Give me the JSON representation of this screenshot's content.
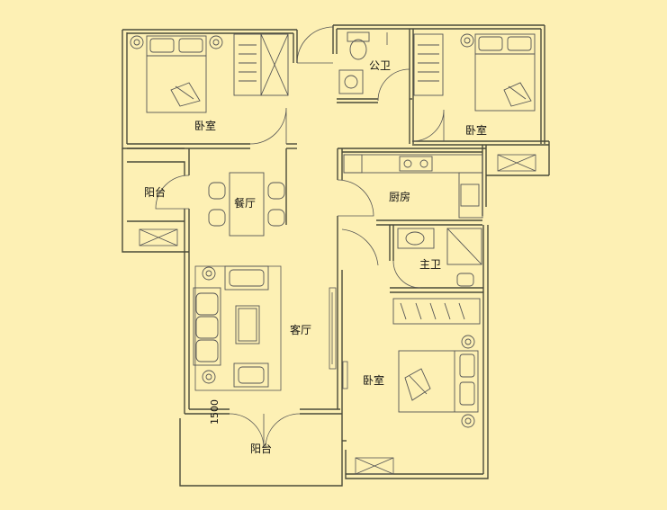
{
  "plan": {
    "bedroom_nw": "卧室",
    "bedroom_ne": "卧室",
    "bedroom_se": "卧室",
    "public_bath": "公卫",
    "master_bath": "主卫",
    "dining": "餐厅",
    "kitchen": "厨房",
    "living": "客厅",
    "balcony_w": "阳台",
    "balcony_s": "阳台",
    "dimension": "1500"
  },
  "colors": {
    "background": "#fdf0b4",
    "lines": "#4a4a3a"
  }
}
